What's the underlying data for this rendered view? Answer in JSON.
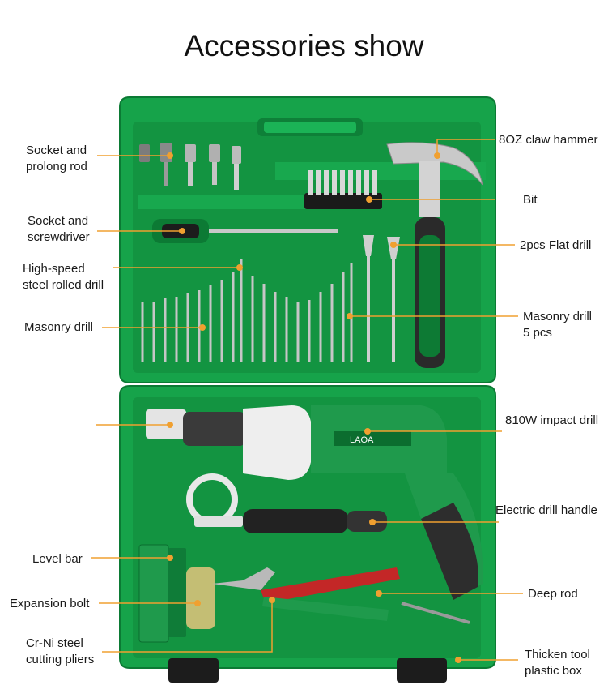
{
  "title": "Accessories show",
  "brand": {
    "drill_logo": "LAOA",
    "leader_color": "#f0a030",
    "case_green": "#17a84c",
    "case_dark": "#0d8a3a"
  },
  "labels_left": [
    {
      "id": "socket-prolong-rod",
      "text": "Socket and\nprolong rod"
    },
    {
      "id": "socket-screwdriver",
      "text": "Socket and\nscrewdriver"
    },
    {
      "id": "high-speed-drill",
      "text": "High-speed\nsteel rolled drill"
    },
    {
      "id": "masonry-drill-left",
      "text": "Masonry drill"
    },
    {
      "id": "level-bar",
      "text": "Level bar"
    },
    {
      "id": "expansion-bolt",
      "text": "Expansion bolt"
    },
    {
      "id": "cutting-pliers",
      "text": "Cr-Ni steel\ncutting pliers"
    }
  ],
  "labels_right": [
    {
      "id": "claw-hammer",
      "text": "8OZ claw hammer"
    },
    {
      "id": "bit",
      "text": "Bit"
    },
    {
      "id": "flat-drill",
      "text": "2pcs  Flat drill"
    },
    {
      "id": "masonry-drill-right",
      "text": "Masonry drill\n5 pcs"
    },
    {
      "id": "impact-drill",
      "text": "810W impact drill"
    },
    {
      "id": "drill-handle",
      "text": "Electric drill handle"
    },
    {
      "id": "deep-rod",
      "text": "Deep rod"
    },
    {
      "id": "tool-box",
      "text": "Thicken tool\nplastic box"
    }
  ]
}
